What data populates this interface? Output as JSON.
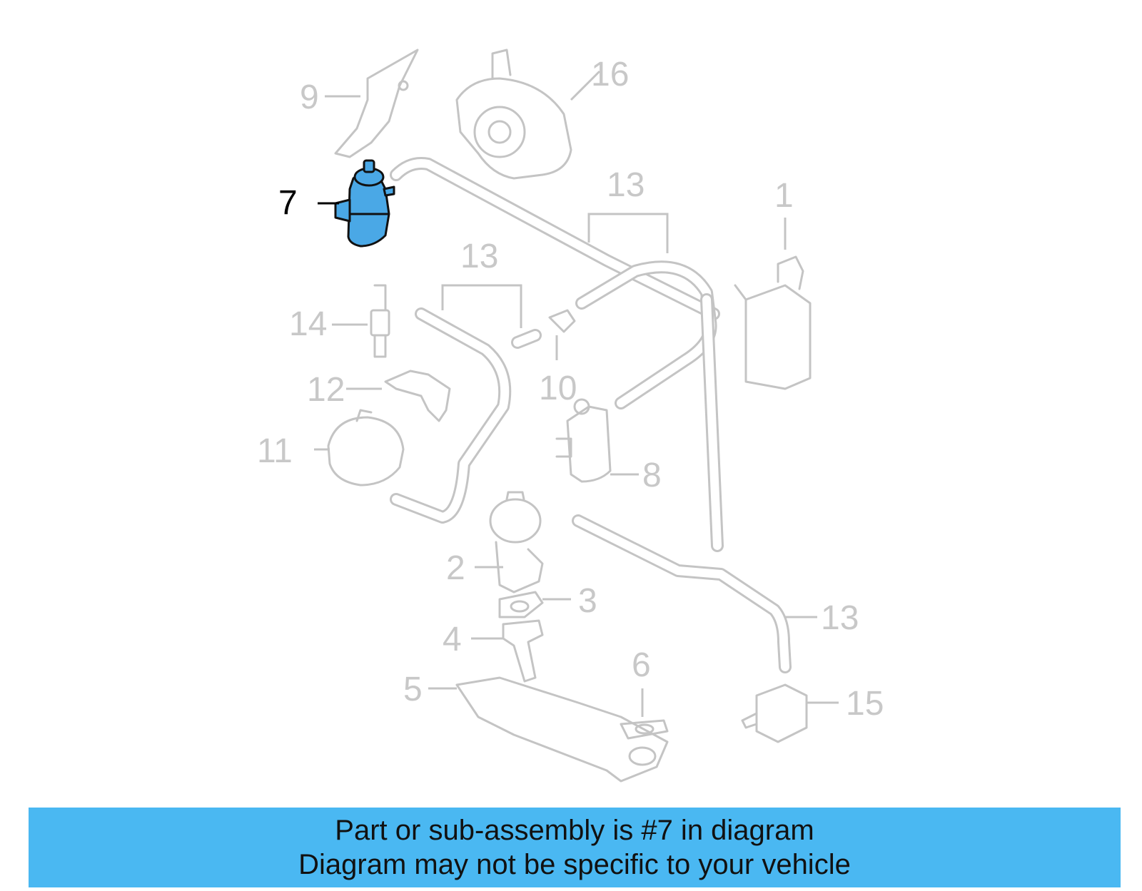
{
  "diagram": {
    "highlighted_callout": "7",
    "highlight_color": "#4aa8e6",
    "callouts": [
      {
        "id": "c1",
        "label": "1"
      },
      {
        "id": "c2",
        "label": "2"
      },
      {
        "id": "c3",
        "label": "3"
      },
      {
        "id": "c4",
        "label": "4"
      },
      {
        "id": "c5",
        "label": "5"
      },
      {
        "id": "c6",
        "label": "6"
      },
      {
        "id": "c7",
        "label": "7"
      },
      {
        "id": "c8",
        "label": "8"
      },
      {
        "id": "c9",
        "label": "9"
      },
      {
        "id": "c10",
        "label": "10"
      },
      {
        "id": "c11",
        "label": "11"
      },
      {
        "id": "c12",
        "label": "12"
      },
      {
        "id": "c13a",
        "label": "13"
      },
      {
        "id": "c13b",
        "label": "13"
      },
      {
        "id": "c13c",
        "label": "13"
      },
      {
        "id": "c14",
        "label": "14"
      },
      {
        "id": "c15",
        "label": "15"
      },
      {
        "id": "c16",
        "label": "16"
      }
    ]
  },
  "banner": {
    "background": "#4ab8f2",
    "line1": "Part or sub-assembly is #7 in diagram",
    "line2": "Diagram may not be specific to your vehicle"
  }
}
